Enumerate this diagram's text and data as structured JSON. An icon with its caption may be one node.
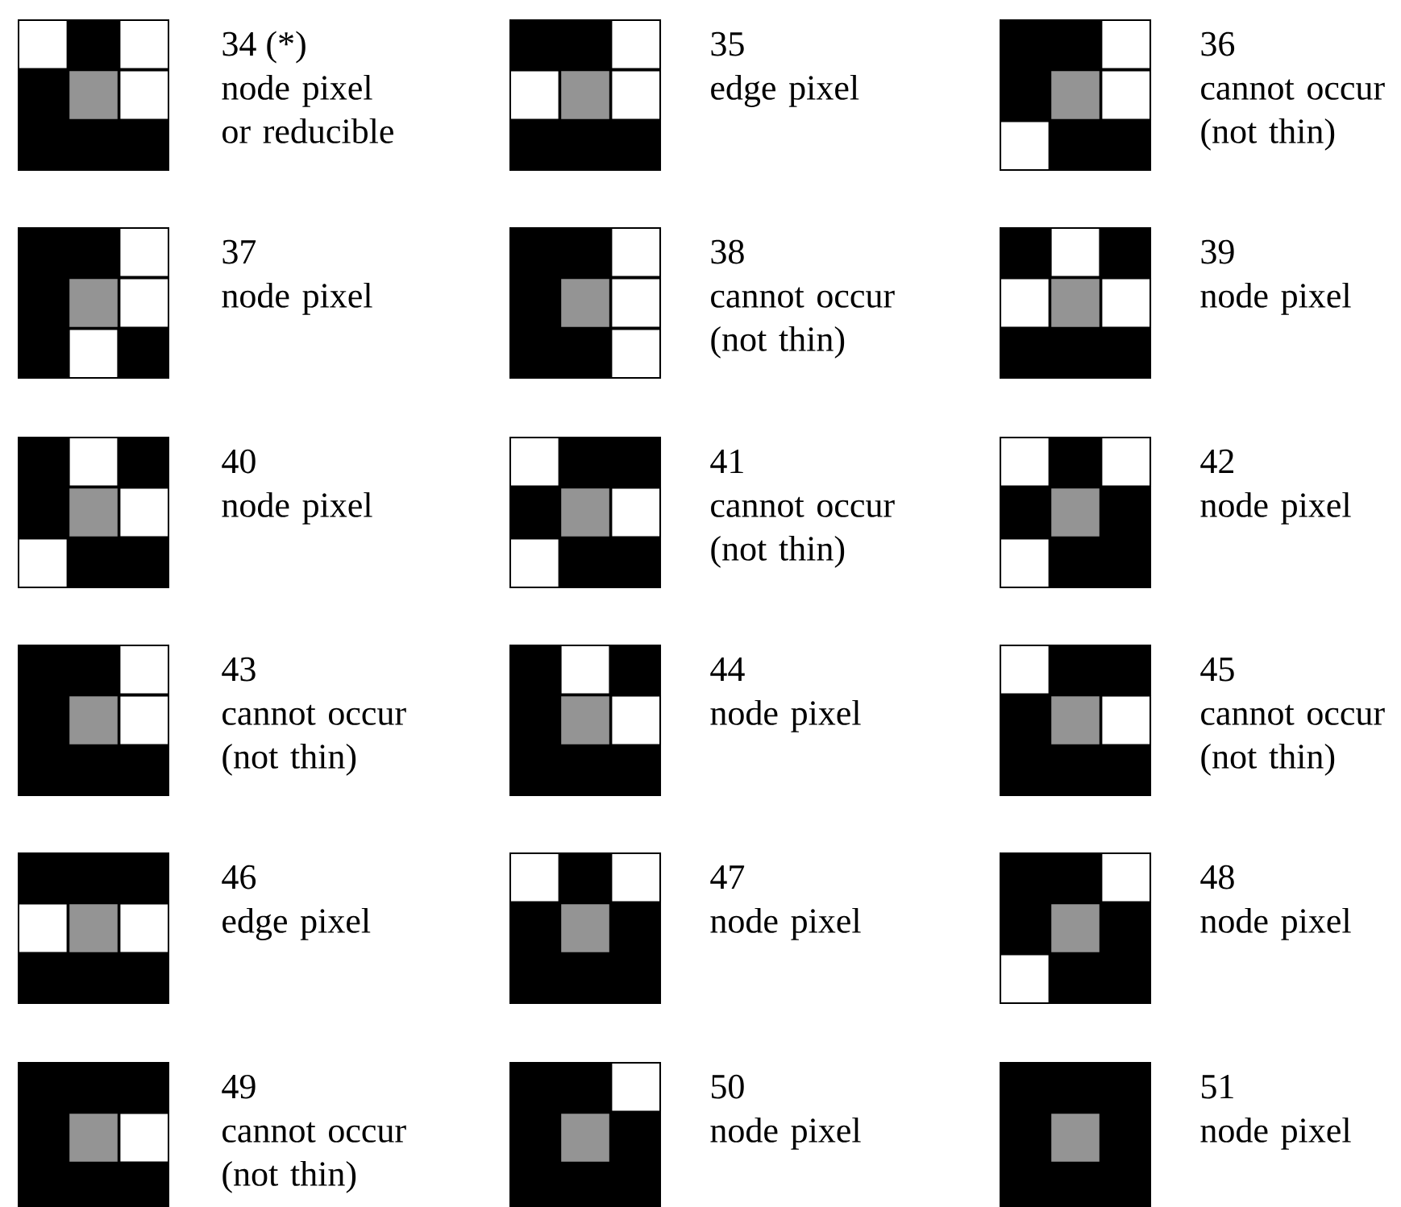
{
  "diagram": {
    "labels": [
      "34 (*)",
      "node pixel or reducible",
      "35",
      "edge pixel",
      "36",
      "cannot occur (not thin)",
      "37",
      "node pixel",
      "38",
      "cannot occur (not thin)",
      "39",
      "node pixel",
      "40",
      "node pixel",
      "41",
      "cannot occur (not thin)",
      "42",
      "node pixel",
      "43",
      "cannot occur (not thin)",
      "44",
      "node pixel",
      "45",
      "cannot occur (not thin)",
      "46",
      "edge pixel",
      "47",
      "node pixel",
      "48",
      "node pixel",
      "49",
      "cannot occur (not thin)",
      "50",
      "node pixel",
      "51",
      "node pixel"
    ]
  }
}
